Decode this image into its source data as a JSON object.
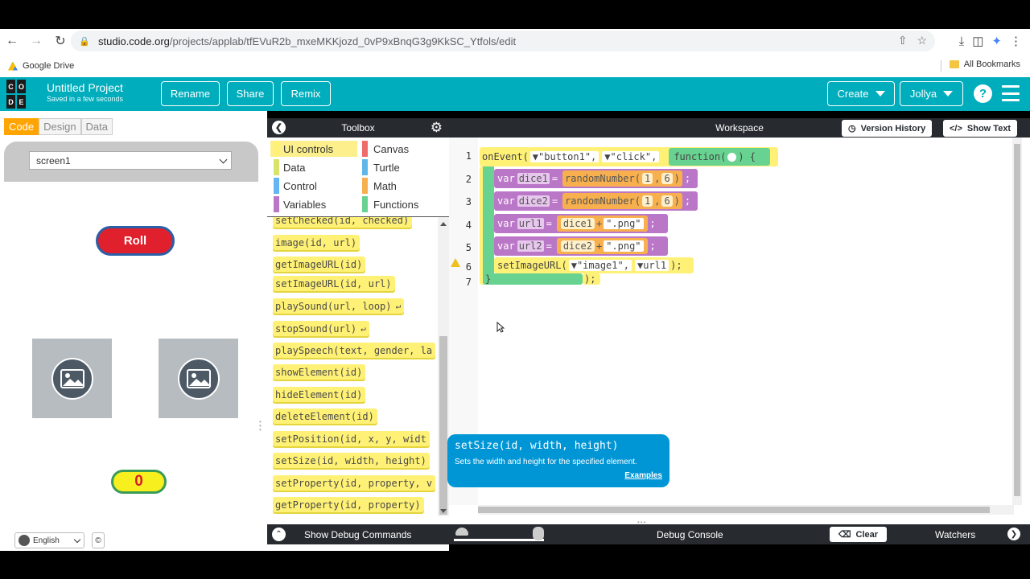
{
  "browser": {
    "url_host": "studio.code.org",
    "url_path": "/projects/applab/tfEVuR2b_mxeMKKjozd_0vP9xBnqG3g9KkSC_Ytfols/edit",
    "bookmark_drive": "Google Drive",
    "bookmark_all": "All Bookmarks"
  },
  "header": {
    "logo_letters": [
      "C",
      "O",
      "D",
      "E"
    ],
    "project_title": "Untitled Project",
    "saved_status": "Saved in a few seconds",
    "rename": "Rename",
    "share": "Share",
    "remix": "Remix",
    "create": "Create",
    "user": "Jollya",
    "help": "?"
  },
  "mode_tabs": [
    "Code",
    "Design",
    "Data"
  ],
  "app": {
    "screen_selector": "screen1",
    "roll_button": "Roll",
    "score_label": "0"
  },
  "footer": {
    "language": "English",
    "copyright": "©"
  },
  "toolbox": {
    "title": "Toolbox",
    "categories": [
      {
        "label": "UI controls",
        "color": "#fff176"
      },
      {
        "label": "Canvas",
        "color": "#f06b6b"
      },
      {
        "label": "Data",
        "color": "#d7e36b"
      },
      {
        "label": "Turtle",
        "color": "#5fb6e8"
      },
      {
        "label": "Control",
        "color": "#64b5f6"
      },
      {
        "label": "Math",
        "color": "#f8b04e"
      },
      {
        "label": "Variables",
        "color": "#bb77c7"
      },
      {
        "label": "Functions",
        "color": "#68d391"
      }
    ],
    "blocks": [
      "setChecked(id, checked)",
      "image(id, url)",
      "getImageURL(id)",
      "setImageURL(id, url)",
      "playSound(url, loop)",
      "stopSound(url)",
      "playSpeech(text, gender, la",
      "showElement(id)",
      "hideElement(id)",
      "deleteElement(id)",
      "setPosition(id, x, y, widt",
      "setSize(id, width, height)",
      "setProperty(id, property, v",
      "getProperty(id, property)"
    ],
    "tooltip": "setSize"
  },
  "workspace": {
    "title": "Workspace",
    "version_history": "Version History",
    "show_text": "Show Text",
    "line_numbers": [
      "1",
      "2",
      "3",
      "4",
      "5",
      "6",
      "7"
    ],
    "code": {
      "onEvent": "onEvent(",
      "button_id": "\"button1\",",
      "event": "\"click\",",
      "function_kw": "function(",
      "function_close": ") {",
      "var_kw": "var",
      "dice1": "dice1",
      "dice2": "dice2",
      "url1": "url1",
      "url2": "url2",
      "eq": "=",
      "randomNumber": "randomNumber(",
      "one": "1",
      "comma": ",",
      "six": "6",
      "paren_close": ")",
      "semicolon": ";",
      "plus": "+",
      "png": "\".png\"",
      "setImageURL": "setImageURL(",
      "image1": "\"image1\",",
      "url1_arg": "url1",
      "setImage_close": ");",
      "close_brace": "}",
      "event_close": ");"
    }
  },
  "help_bubble": {
    "signature": "setSize(id, width, height)",
    "description": "Sets the width and height for the specified element.",
    "examples": "Examples"
  },
  "debug": {
    "show_commands": "Show Debug Commands",
    "console": "Debug Console",
    "clear": "Clear",
    "watchers": "Watchers"
  }
}
